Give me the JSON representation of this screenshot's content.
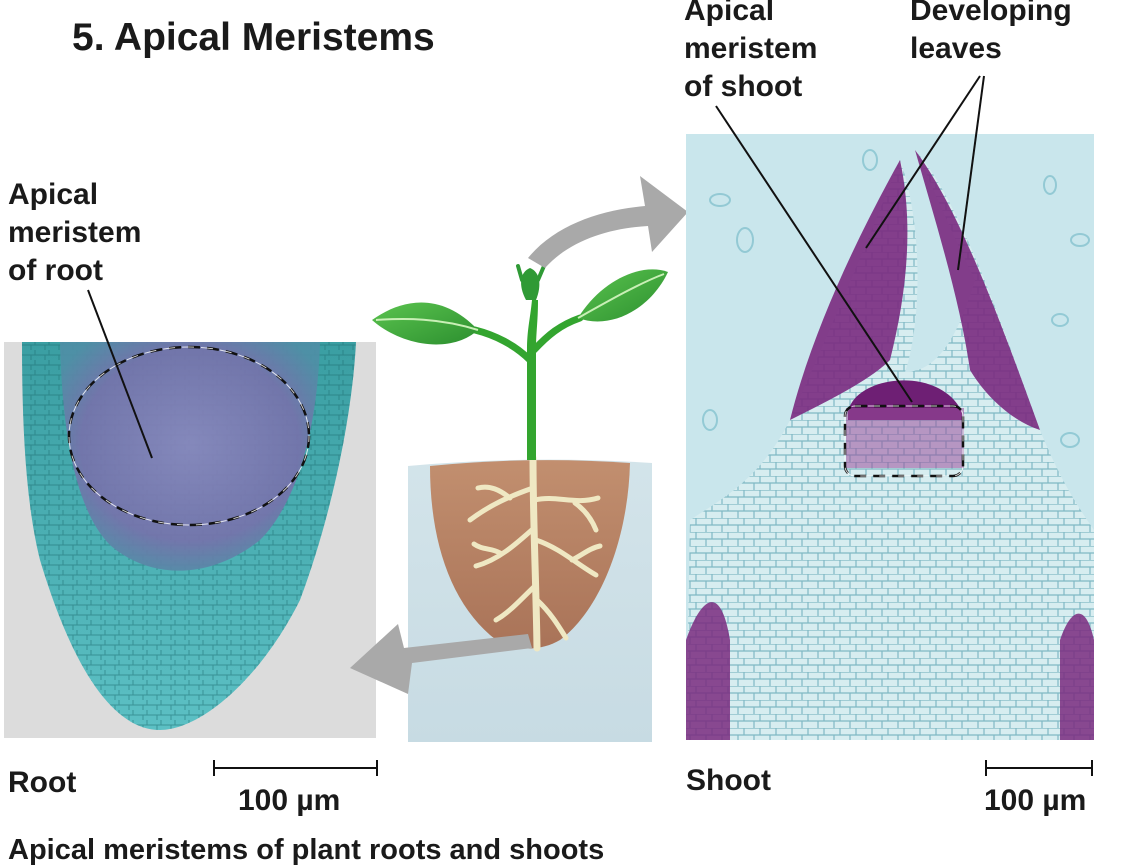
{
  "title": "5. Apical Meristems",
  "labels": {
    "root_meristem": [
      "Apical",
      "meristem",
      "of root"
    ],
    "shoot_meristem": [
      "Apical",
      "meristem",
      "of shoot"
    ],
    "developing_leaves": [
      "Developing",
      "leaves"
    ],
    "root": "Root",
    "shoot": "Shoot",
    "root_scale": "100 µm",
    "shoot_scale": "100 µm"
  },
  "caption": "Apical meristems of plant roots and shoots",
  "colors": {
    "root_cells": "#3aa3a3",
    "root_meristem": "#7b78b0",
    "shoot_stain": "#7a2a7f",
    "shoot_cells": "#bfe0e6",
    "soil": "#b98567",
    "leaf": "#3aa33a",
    "arrow": "#a9a9a9"
  }
}
